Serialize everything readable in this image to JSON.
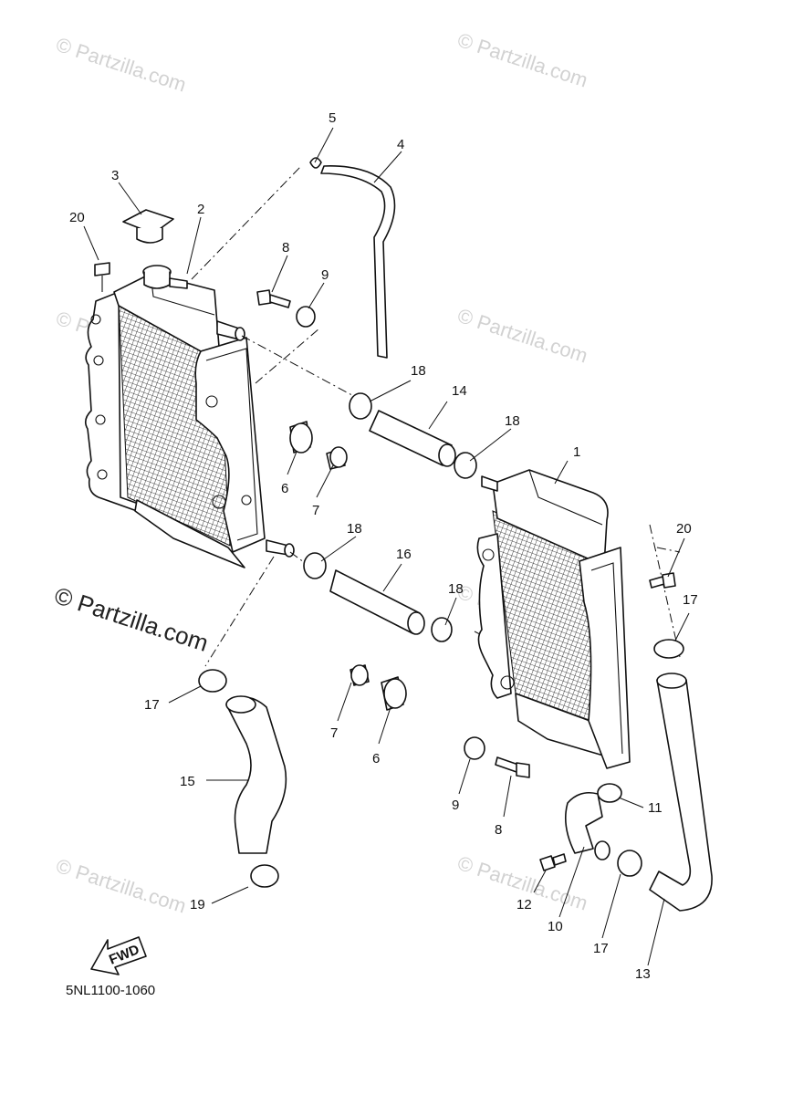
{
  "watermarks": {
    "small": "© Partzilla.com",
    "large": "© Partzilla.com"
  },
  "diagram_code": "5NL1100-1060",
  "fwd_label": "FWD",
  "callouts": [
    {
      "id": "c1",
      "label": "1"
    },
    {
      "id": "c2",
      "label": "2"
    },
    {
      "id": "c3",
      "label": "3"
    },
    {
      "id": "c4",
      "label": "4"
    },
    {
      "id": "c5",
      "label": "5"
    },
    {
      "id": "c6a",
      "label": "6"
    },
    {
      "id": "c6b",
      "label": "6"
    },
    {
      "id": "c7a",
      "label": "7"
    },
    {
      "id": "c7b",
      "label": "7"
    },
    {
      "id": "c8a",
      "label": "8"
    },
    {
      "id": "c8b",
      "label": "8"
    },
    {
      "id": "c9a",
      "label": "9"
    },
    {
      "id": "c9b",
      "label": "9"
    },
    {
      "id": "c10",
      "label": "10"
    },
    {
      "id": "c11",
      "label": "11"
    },
    {
      "id": "c12",
      "label": "12"
    },
    {
      "id": "c13",
      "label": "13"
    },
    {
      "id": "c14",
      "label": "14"
    },
    {
      "id": "c15",
      "label": "15"
    },
    {
      "id": "c16",
      "label": "16"
    },
    {
      "id": "c17a",
      "label": "17"
    },
    {
      "id": "c17b",
      "label": "17"
    },
    {
      "id": "c17c",
      "label": "17"
    },
    {
      "id": "c18a",
      "label": "18"
    },
    {
      "id": "c18b",
      "label": "18"
    },
    {
      "id": "c18c",
      "label": "18"
    },
    {
      "id": "c18d",
      "label": "18"
    },
    {
      "id": "c19",
      "label": "19"
    },
    {
      "id": "c20a",
      "label": "20"
    },
    {
      "id": "c20b",
      "label": "20"
    }
  ]
}
